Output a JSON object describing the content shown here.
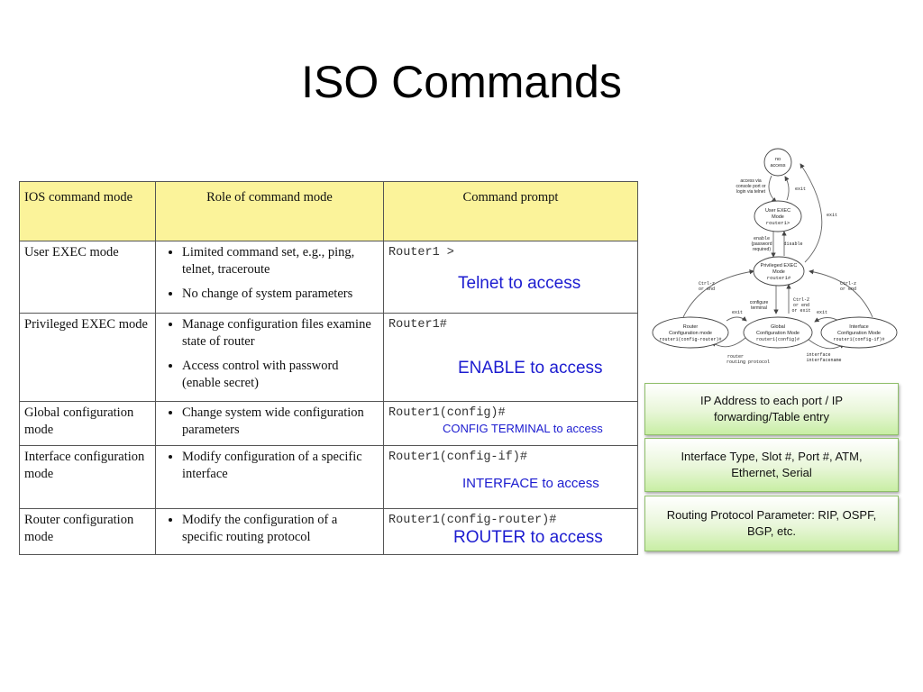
{
  "title": "ISO Commands",
  "table": {
    "headers": [
      "IOS command mode",
      "Role of command mode",
      "Command prompt"
    ],
    "rows": [
      {
        "mode": "User EXEC mode",
        "roles": [
          "Limited command set, e.g., ping, telnet, traceroute",
          "No change of system parameters"
        ],
        "prompt": "Router1 >",
        "access": "Telnet to access"
      },
      {
        "mode": "Privileged EXEC mode",
        "roles": [
          "Manage configuration files examine state of router",
          "Access control with password (enable secret)"
        ],
        "prompt": "Router1#",
        "access": "ENABLE to access"
      },
      {
        "mode": "Global configuration mode",
        "roles": [
          "Change system wide configuration parameters"
        ],
        "prompt": "Router1(config)#",
        "access": "CONFIG TERMINAL to access"
      },
      {
        "mode": "Interface configuration mode",
        "roles": [
          "Modify configuration of a specific interface"
        ],
        "prompt": "Router1(config-if)#",
        "access": "INTERFACE to access"
      },
      {
        "mode": "Router configuration mode",
        "roles": [
          "Modify the configuration of a specific routing protocol"
        ],
        "prompt": "Router1(config-router)#",
        "access": "ROUTER to access"
      }
    ]
  },
  "diagram": {
    "nodes": {
      "no_access": [
        "no",
        "access"
      ],
      "user_exec": [
        "User EXEC",
        "Mode",
        "router1>"
      ],
      "priv_exec": [
        "Privileged EXEC",
        "Mode",
        "router1#"
      ],
      "router_cfg": [
        "Router",
        "Configuration mode",
        "router1(config-router)#"
      ],
      "global_cfg": [
        "Global",
        "Configuration Mode",
        "router1(config)#"
      ],
      "iface_cfg": [
        "Interface",
        "Configuration Mode",
        "router1(config-if)#"
      ]
    },
    "labels": {
      "access_via": [
        "access via",
        "console port or",
        "login via telnet"
      ],
      "exit_top": "exit",
      "exit_right": "exit",
      "enable": [
        "enable",
        "(password",
        "required)"
      ],
      "disable": "disable",
      "ctrlz_left": [
        "Ctrl-z",
        "or end"
      ],
      "ctrlz_right": [
        "Ctrl-z",
        "or end"
      ],
      "configure_terminal": [
        "configure",
        "terminal"
      ],
      "ctrlz_mid": [
        "Ctrl-Z",
        "or end",
        "or exit"
      ],
      "exit_left": "exit",
      "exit_mid_right": "exit",
      "router_cmd": [
        "router",
        "routing protocol"
      ],
      "interface_cmd": [
        "interface",
        "interfacename"
      ]
    }
  },
  "boxes": [
    "IP Address to each port / IP forwarding/Table entry",
    "Interface Type, Slot #, Port #, ATM, Ethernet, Serial",
    "Routing Protocol Parameter: RIP, OSPF, BGP, etc."
  ]
}
